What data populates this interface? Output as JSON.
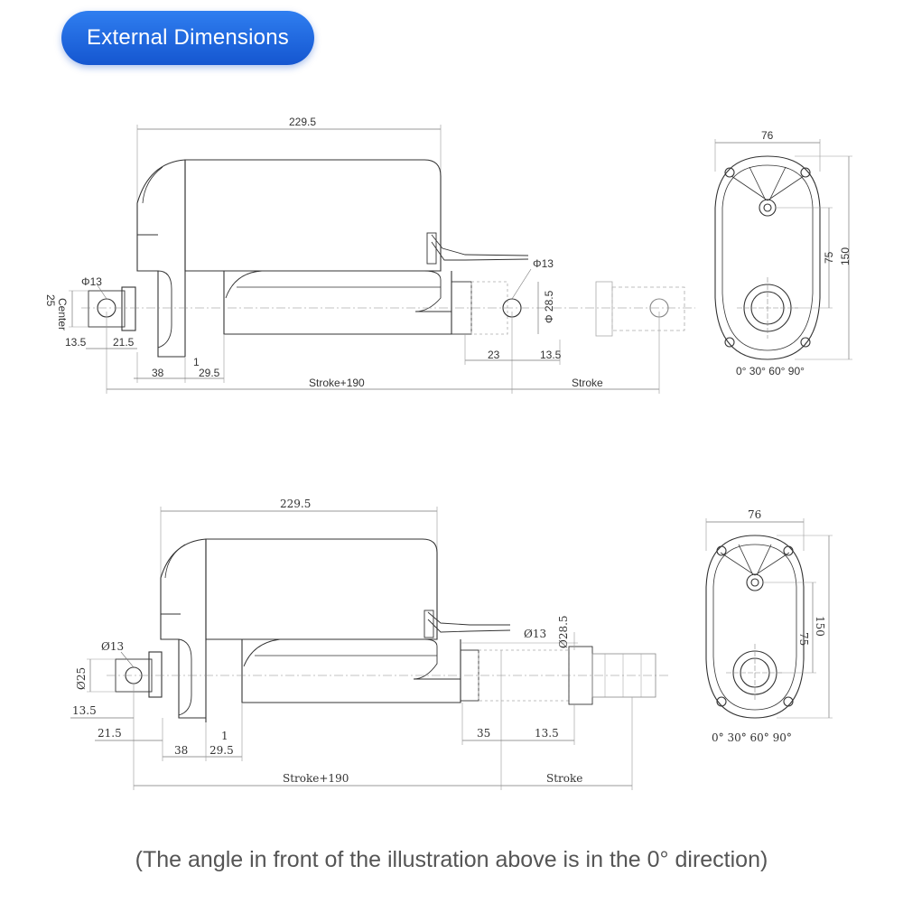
{
  "header": {
    "title": "External Dimensions"
  },
  "caption": "(The angle in front of the illustration above is in the 0° direction)",
  "top_drawing": {
    "overall_length": "229.5",
    "rod_end_hole": "Φ13",
    "rear_hole": "Φ13",
    "center_label": "Center",
    "center_value": "25",
    "rod_diameter": "Φ 28.5",
    "dim_13_5_left": "13.5",
    "dim_21_5": "21.5",
    "dim_38": "38",
    "dim_1": "1",
    "dim_29_5": "29.5",
    "dim_23": "23",
    "dim_13_5_right": "13.5",
    "stroke_plus": "Stroke+190",
    "stroke": "Stroke"
  },
  "top_end_view": {
    "width": "76",
    "height_inner": "75",
    "height_outer": "150",
    "angles": "0°  30°  60°  90°"
  },
  "bottom_drawing": {
    "overall_length": "229.5",
    "rear_hole": "Ø13",
    "rod_hole": "Ø13",
    "height_25": "Ø25",
    "rod_diameter": "Ø28.5",
    "dim_13_5_left": "13.5",
    "dim_21_5": "21.5",
    "dim_38": "38",
    "dim_1": "1",
    "dim_29_5": "29.5",
    "dim_35": "35",
    "dim_13_5_right": "13.5",
    "stroke_plus": "Stroke+190",
    "stroke": "Stroke"
  },
  "bottom_end_view": {
    "width": "76",
    "height_inner": "75",
    "height_outer": "150",
    "angles": "0°  30°  60°  90°"
  }
}
